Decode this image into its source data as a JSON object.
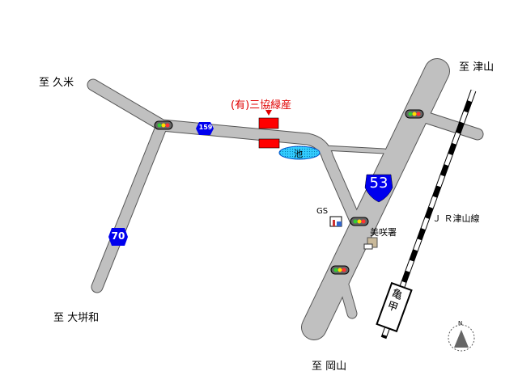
{
  "directions": {
    "kume": "至 久米",
    "tsuyama": "至 津山",
    "ohaga": "至 大垪和",
    "okayama": "至 岡山"
  },
  "company": "(有)三協緑産",
  "routes": {
    "r159": "159",
    "r53": "53",
    "r70": "70"
  },
  "pond": "池",
  "gas_station": "GS",
  "police": "美咲署",
  "railway": "Ｊ Ｒ津山線",
  "station": [
    "亀",
    "甲"
  ],
  "compass": "N",
  "colors": {
    "road": "#c0c0c0",
    "route_sign": "#0000ee",
    "building": "#ff0000",
    "pond": "#33ccff",
    "text_red": "#e00000"
  }
}
